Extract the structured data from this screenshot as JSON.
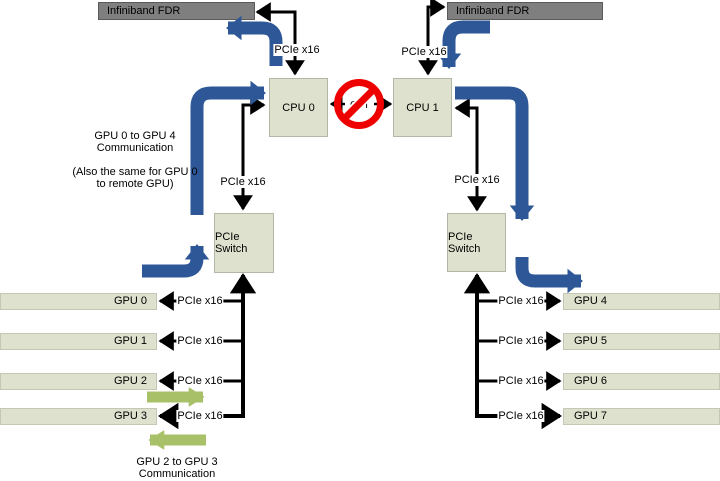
{
  "nodes": {
    "ib_left": "Infiniband FDR",
    "ib_right": "Infiniband FDR",
    "cpu_left": "CPU 0",
    "cpu_right": "CPU 1",
    "switch_left": "PCIe Switch",
    "switch_right": "PCIe Switch",
    "gpus_left": [
      "GPU 0",
      "GPU 1",
      "GPU 2",
      "GPU 3"
    ],
    "gpus_right": [
      "GPU 4",
      "GPU 5",
      "GPU 6",
      "GPU 7"
    ]
  },
  "labels": {
    "pcie": "PCIe x16",
    "qpi": "QPI"
  },
  "notes": {
    "left_line1": "GPU 0 to GPU 4",
    "left_line2": "Communication",
    "left_line3": "(Also the same for GPU 0",
    "left_line4": "to remote GPU)",
    "bottom_line1": "GPU 2 to GPU 3",
    "bottom_line2": "Communication"
  },
  "colors": {
    "node_fill": "#dee1cd",
    "node_border": "#b3b7a7",
    "infiniband_fill": "#7f7f7f",
    "infiniband_border": "#5a5a5a",
    "flow_blue": "#2d5796",
    "flow_green": "#a8c168",
    "prohibited_red": "#ee0000",
    "connector_black": "#000000"
  }
}
